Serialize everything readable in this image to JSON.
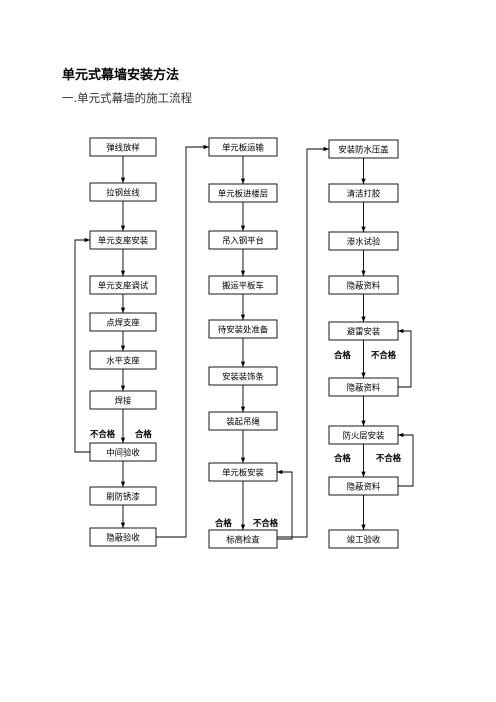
{
  "title": "单元式幕墙安装方法",
  "subtitle": "一.单元式幕墙的施工流程",
  "flowchart": {
    "col1": [
      "弹线放样",
      "拉钢丝线",
      "单元支座安装",
      "单元支座调试",
      "点焊支座",
      "水平支座",
      "焊接",
      "中间验收",
      "刷防锈漆",
      "隐蔽验收"
    ],
    "col2": [
      "单元板运输",
      "单元板进楼层",
      "吊入钢平台",
      "搬运平板车",
      "待安装处准备",
      "安装装饰条",
      "装起吊绳",
      "单元板安装",
      "标高检查"
    ],
    "col3": [
      "安装防水压盖",
      "清洁打胶",
      "渗水试验",
      "隐蔽资料",
      "避雷安装",
      "隐蔽资料",
      "防火层安装",
      "隐蔽资料",
      "竣工验收"
    ],
    "labels": {
      "fail": "不合格",
      "pass": "合格"
    }
  }
}
